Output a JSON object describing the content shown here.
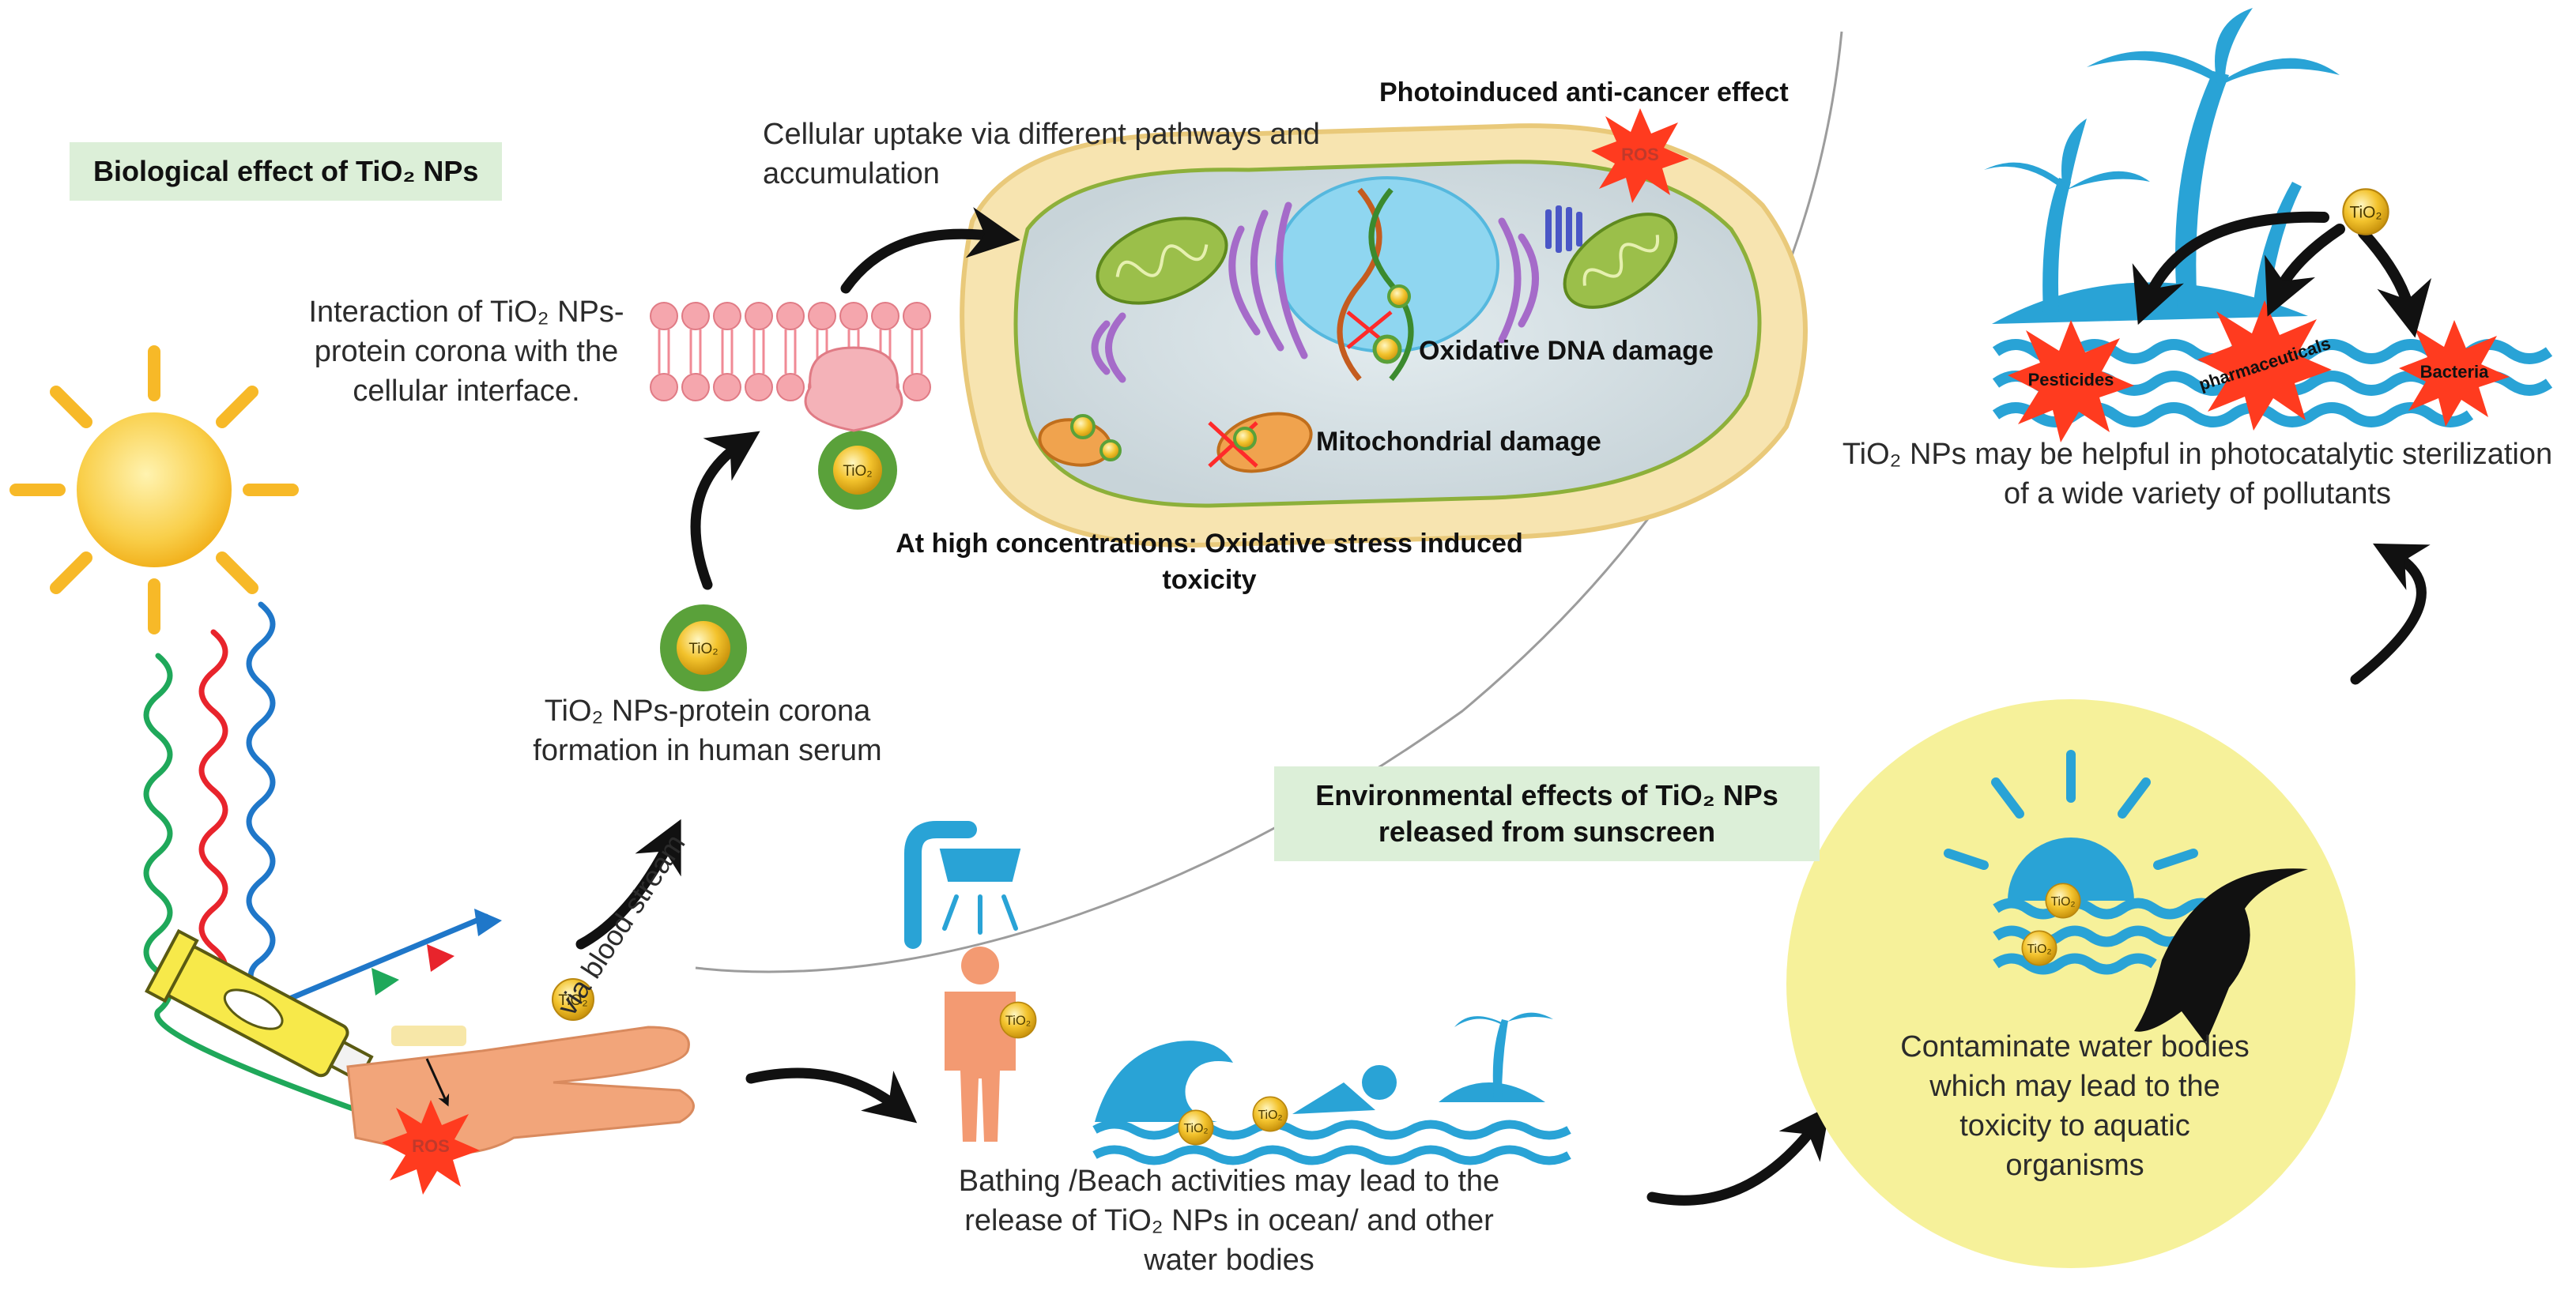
{
  "biological": {
    "title": "Biological effect of TiO₂ NPs",
    "interaction_text": "Interaction of TiO₂ NPs-protein corona with the cellular interface.",
    "corona_text": "TiO₂ NPs-protein corona formation in human serum",
    "via_blood_stream": "via blood stream",
    "uptake_text": "Cellular uptake via different pathways and accumulation",
    "anticancer_text": "Photoinduced anti-cancer effect",
    "dna_damage": "Oxidative DNA damage",
    "mito_damage": "Mitochondrial damage",
    "high_conc_text": "At high concentrations: Oxidative stress induced toxicity"
  },
  "environmental": {
    "title": "Environmental effects of TiO₂ NPs released from sunscreen",
    "bathing_text": "Bathing /Beach activities may lead to the release of TiO₂ NPs in ocean/ and other water bodies",
    "contaminate_text": "Contaminate water bodies which may lead to the toxicity to aquatic organisms",
    "photocatalytic_text": "TiO₂ NPs may be helpful in photocatalytic sterilization of a wide variety of pollutants"
  },
  "markers": {
    "ros": "ROS",
    "tio2": "TiO₂",
    "pesticides": "Pesticides",
    "pharmaceuticals": "pharmaceuticals",
    "bacteria": "Bacteria"
  },
  "colors": {
    "label_box": "#dcefd8",
    "sun": "#f7b928",
    "ray_blue": "#1f77c9",
    "ray_red": "#e8242c",
    "ray_green": "#1fa85a",
    "water": "#29a3d6",
    "lake_circle": "#f6f19a",
    "burst": "#ff3b1f",
    "nanoparticle": "#f3c32d",
    "corona": "#5aa13a"
  },
  "icons": [
    "sun-icon",
    "uv-rays",
    "sunscreen-tube-icon",
    "hand-icon",
    "shower-icon",
    "person-icon",
    "wave-icon",
    "swimmer-icon",
    "island-icon",
    "fish-icon",
    "palm-tree-icon",
    "cell-illustration",
    "lipid-bilayer-icon"
  ]
}
